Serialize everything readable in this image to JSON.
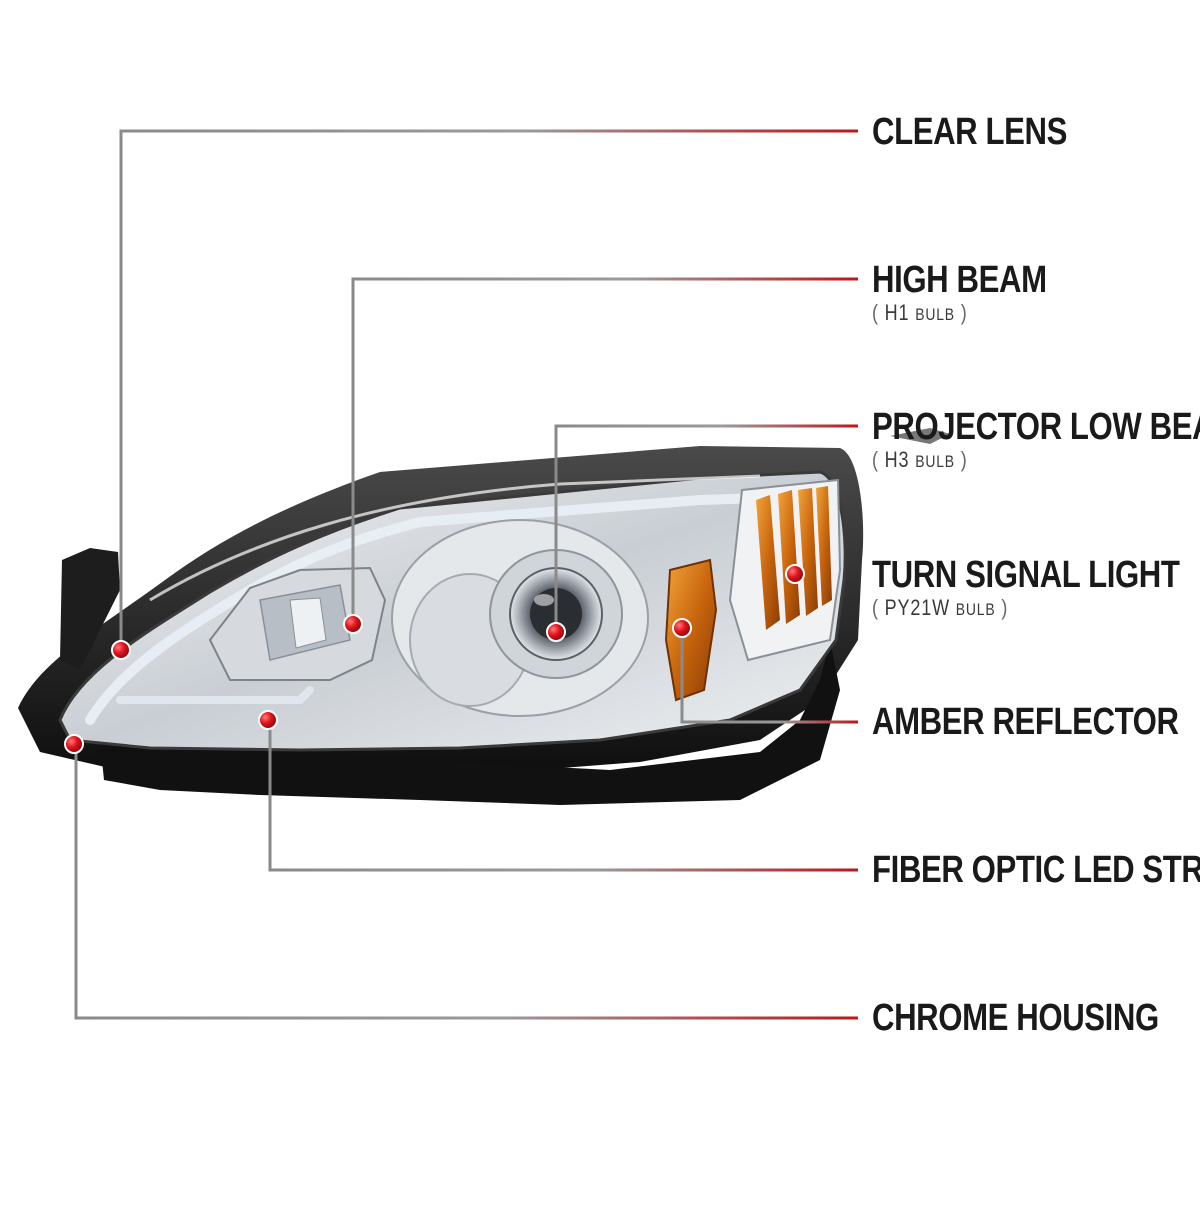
{
  "colors": {
    "accent": "#c0151c",
    "leader": "#8a8a8a",
    "dot": "#e0141c"
  },
  "callouts": [
    {
      "title": "CLEAR LENS"
    },
    {
      "title": "HIGH BEAM",
      "bulb_code": "H1",
      "bulb_word": "BULB"
    },
    {
      "title": "PROJECTOR LOW BEAM",
      "bulb_code": "H3",
      "bulb_word": "BULB"
    },
    {
      "title": "TURN SIGNAL LIGHT",
      "bulb_code": "PY21W",
      "bulb_word": "BULB"
    },
    {
      "title": "AMBER REFLECTOR"
    },
    {
      "title": "FIBER OPTIC LED STRIP"
    },
    {
      "title": "CHROME HOUSING"
    }
  ]
}
